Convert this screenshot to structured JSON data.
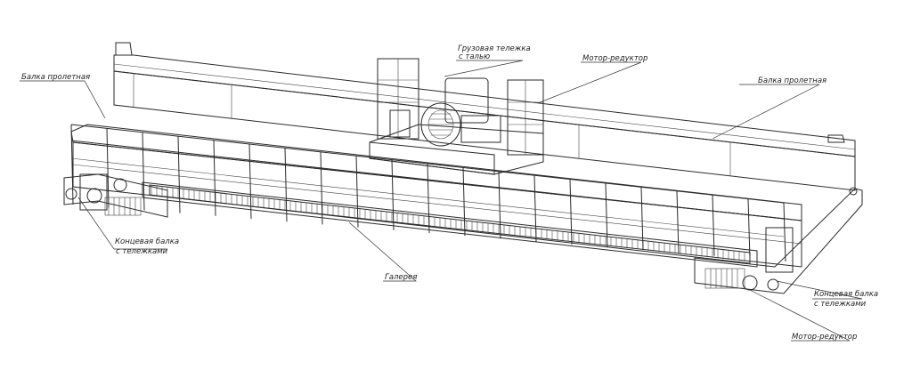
{
  "labels": {
    "bridge_girder_left": "Балка пролетная",
    "trolley_line1": "Грузовая тележка",
    "trolley_line2": "с талью",
    "motor_reducer_top": "Мотор-редуктор",
    "bridge_girder_right": "Балка пролетная",
    "end_carriage_left_line1": "Концевая балка",
    "end_carriage_left_line2": "с тележками",
    "gallery": "Галерея",
    "end_carriage_right_line1": "Концевая балка",
    "end_carriage_right_line2": "с тележками",
    "motor_reducer_bottom": "Мотор-редуктор"
  },
  "colors": {
    "line": "#2a2a2a",
    "background": "#ffffff"
  }
}
